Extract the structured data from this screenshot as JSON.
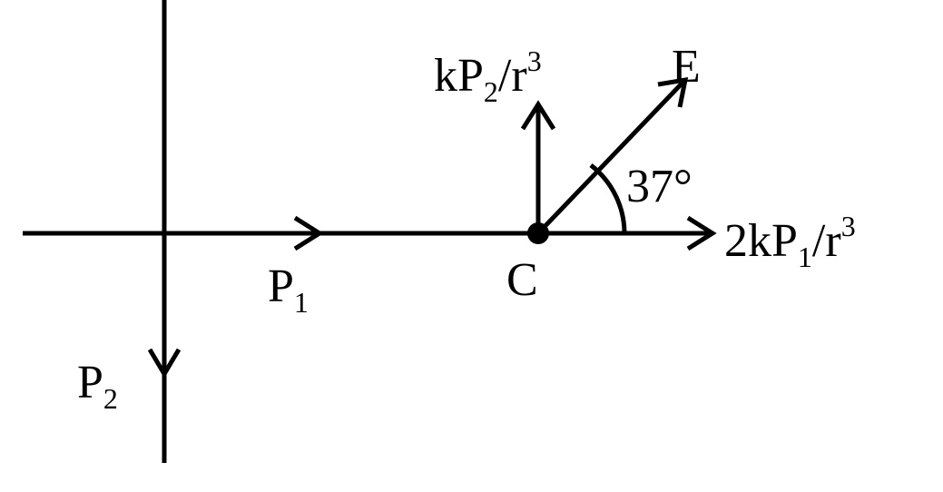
{
  "labels": {
    "p1": {
      "main": "P",
      "sub": "1"
    },
    "p2": {
      "main": "P",
      "sub": "2"
    },
    "c": "C",
    "e": "E",
    "angle": "37°",
    "vertical_field": {
      "pre": "kP",
      "sub": "2",
      "mid": "/r",
      "sup": "3"
    },
    "horizontal_field": {
      "pre": "2kP",
      "sub": "1",
      "mid": "/r",
      "sup": "3"
    }
  },
  "colors": {
    "stroke": "#000000"
  }
}
